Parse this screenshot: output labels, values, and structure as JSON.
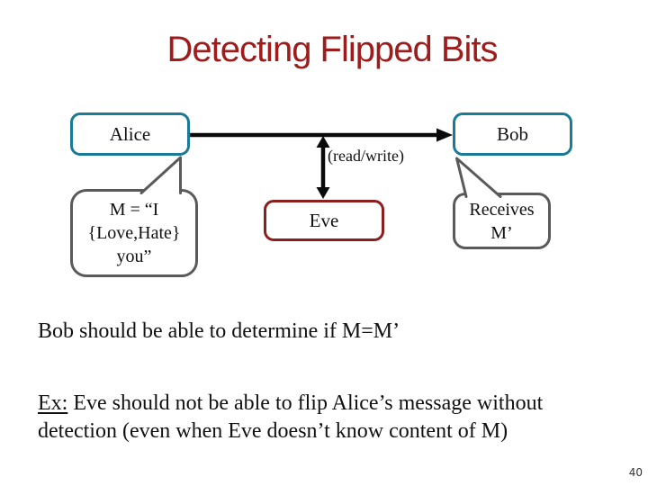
{
  "slide": {
    "title": "Detecting Flipped Bits",
    "page_number": "40"
  },
  "diagram": {
    "alice_label": "Alice",
    "bob_label": "Bob",
    "eve_label": "Eve",
    "channel_label": "(read/write)",
    "alice_callout": {
      "line1": "M = “I",
      "line2": "{Love,Hate}",
      "line3": "you”"
    },
    "bob_callout": {
      "line1": "Receives",
      "line2": "M’"
    }
  },
  "body": {
    "statement": "Bob should be able to determine if M=M’",
    "example_prefix": "Ex:",
    "example_line1_rest": " Eve should not be able to flip Alice’s message without",
    "example_line2": "detection (even when Eve doesn’t know content of M)"
  },
  "colors": {
    "title_red": "#9E1C1C",
    "node_teal": "#1B7A96",
    "node_dark_red": "#8B1F1F",
    "callout_gray": "#5A5A5A",
    "arrow_black": "#0A0A0A"
  }
}
